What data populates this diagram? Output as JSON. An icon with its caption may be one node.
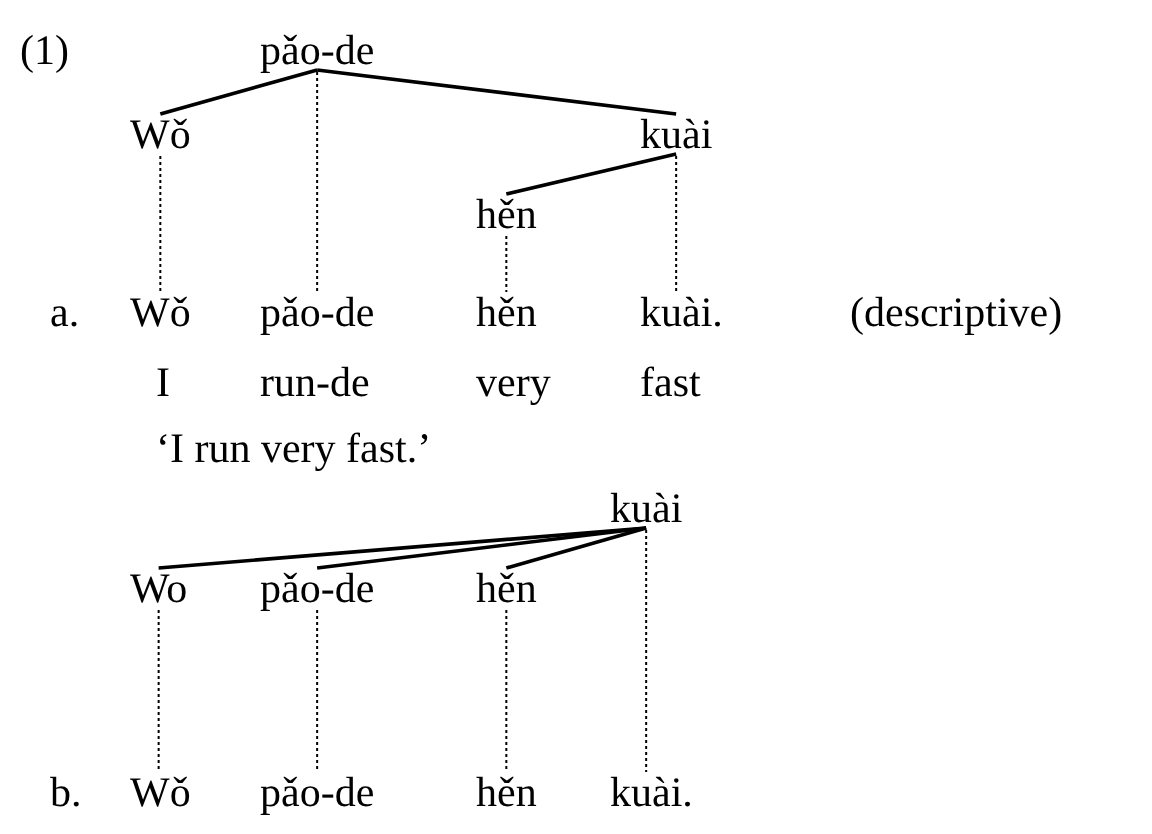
{
  "diagram": {
    "nodes": [
      {
        "text": [
          "pǎo-de"
        ]
      },
      {
        "text": [
          "Wǒ"
        ]
      },
      {
        "text": [
          "kuài"
        ]
      },
      {
        "text": [
          "hěn"
        ]
      },
      {
        "text": [
          "Wǒ"
        ]
      },
      {
        "text": [
          "pǎo-de"
        ]
      },
      {
        "text": [
          "hěn"
        ]
      },
      {
        "text": [
          "kuài."
        ]
      },
      {
        "text": [
          "kuài"
        ]
      },
      {
        "text": [
          "Wo"
        ]
      },
      {
        "text": [
          "pǎo-de"
        ]
      },
      {
        "text": [
          "hěn"
        ]
      },
      {
        "text": [
          "Wǒ"
        ]
      },
      {
        "text": [
          "pǎo-de"
        ]
      },
      {
        "text": [
          "hěn"
        ]
      },
      {
        "text": [
          "kuài."
        ]
      }
    ],
    "edges": [
      {
        "from": 0,
        "to": 1,
        "arrow": "none"
      },
      {
        "from": 0,
        "to": 2,
        "arrow": "none"
      },
      {
        "from": 2,
        "to": 3,
        "arrow": "none"
      },
      {
        "from": 1,
        "to": 4,
        "arrow": "none",
        "style": "dashed"
      },
      {
        "from": 0,
        "to": 5,
        "arrow": "none",
        "style": "dashed"
      },
      {
        "from": 3,
        "to": 6,
        "arrow": "none",
        "style": "dashed"
      },
      {
        "from": 2,
        "to": 7,
        "arrow": "none",
        "style": "dashed"
      },
      {
        "from": 8,
        "to": 9,
        "arrow": "none"
      },
      {
        "from": 8,
        "to": 10,
        "arrow": "none"
      },
      {
        "from": 8,
        "to": 11,
        "arrow": "none"
      },
      {
        "from": 9,
        "to": 12,
        "arrow": "none",
        "style": "dashed"
      },
      {
        "from": 10,
        "to": 13,
        "arrow": "none",
        "style": "dashed"
      },
      {
        "from": 11,
        "to": 14,
        "arrow": "none",
        "style": "dashed"
      },
      {
        "from": 8,
        "to": 15,
        "arrow": "none",
        "style": "dashed"
      }
    ],
    "labels": [
      "(1)",
      "a.",
      "(descriptive)",
      "I",
      "run-de",
      "very",
      "fast",
      "‘I run very fast.’",
      "b."
    ]
  }
}
